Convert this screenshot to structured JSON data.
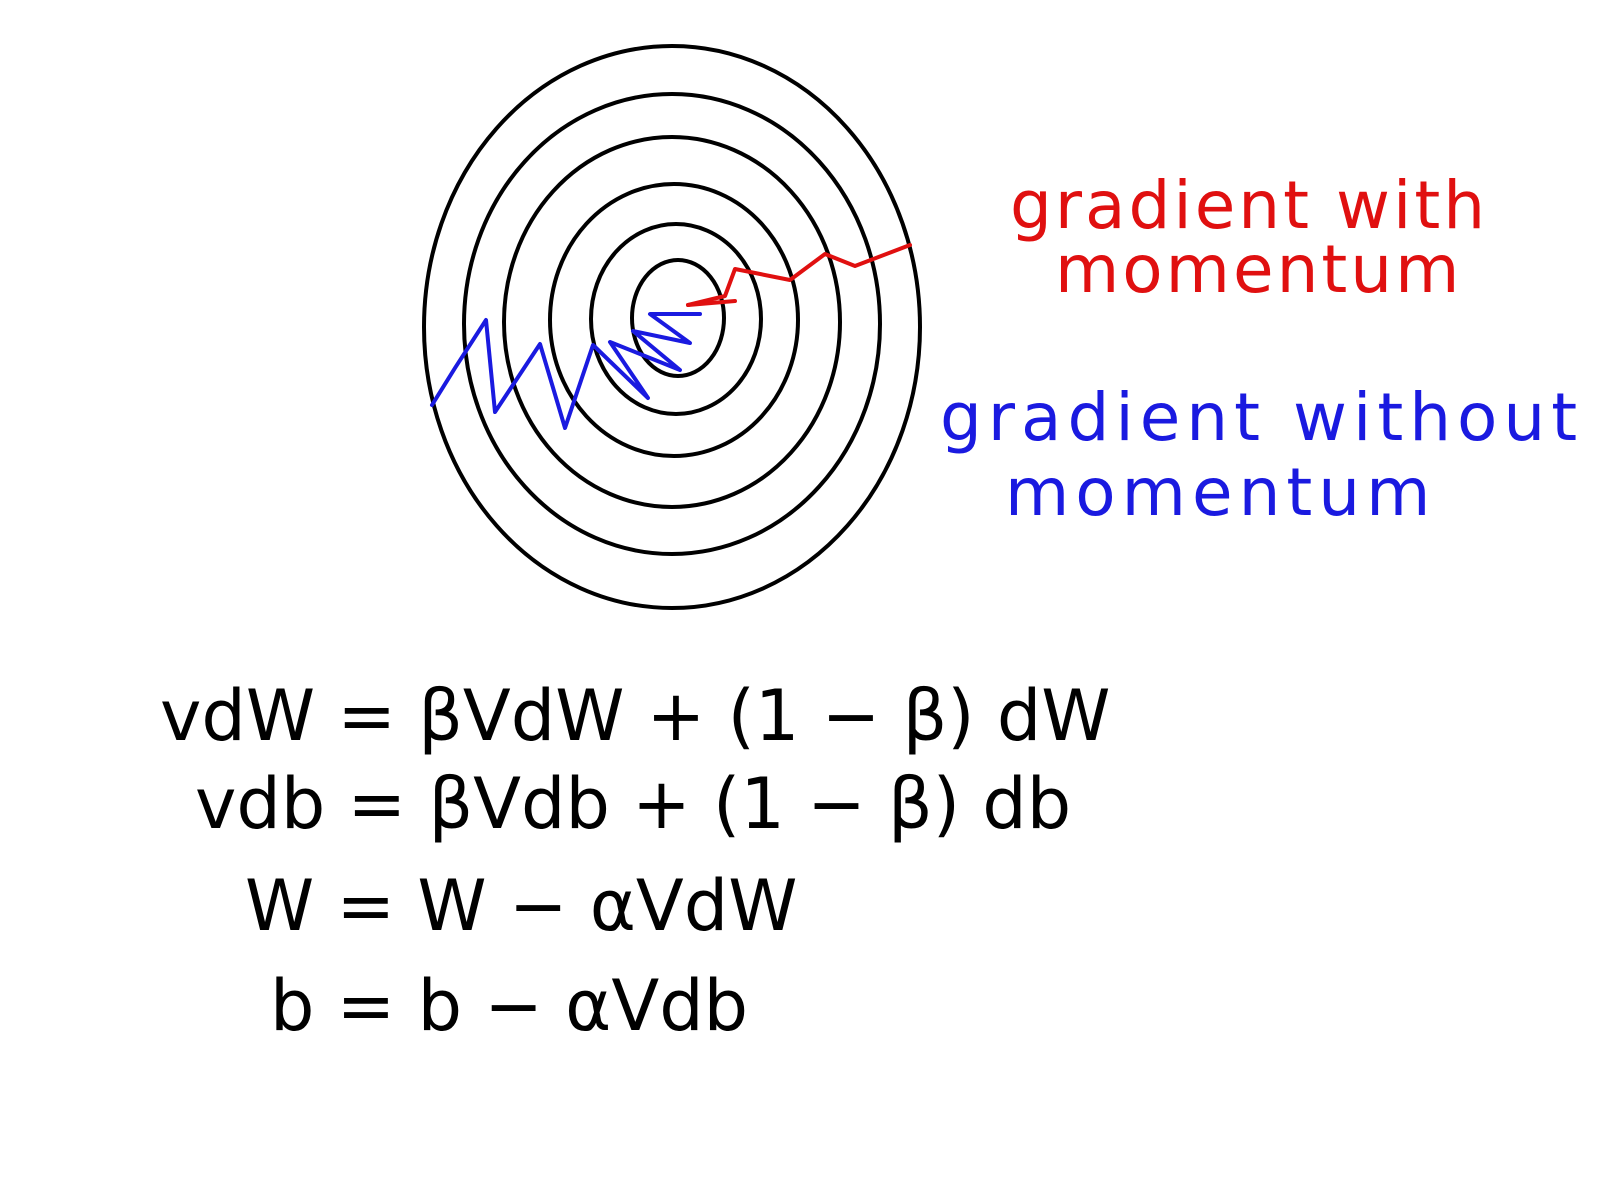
{
  "labels": {
    "with_momentum": {
      "line1": "gradient with",
      "line2": "momentum",
      "color": "#e01010"
    },
    "without_momentum": {
      "line1": "gradient without",
      "line2": "momentum",
      "color": "#1a1ae0"
    }
  },
  "equations": [
    "vdW = βVdW + (1 − β) dW",
    "vdb = βVdb + (1 − β) db",
    "W = W − αVdW",
    "b = b − αVdb"
  ],
  "colors": {
    "contours": "#000000",
    "path_with_momentum": "#e01010",
    "path_without_momentum": "#1a1ae0",
    "equations": "#000000"
  }
}
